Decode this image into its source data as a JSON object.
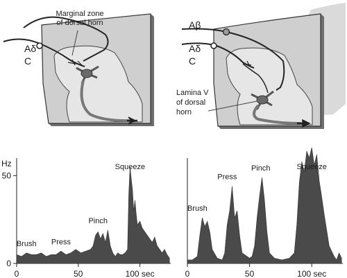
{
  "left_diagram": {
    "fiber_label_1": "Aδ",
    "fiber_label_2": "C",
    "zone_label_line1": "Marginal zone",
    "zone_label_line2": "of dorsal horn"
  },
  "right_diagram": {
    "fiber_label_0": "Aβ",
    "fiber_label_1": "Aδ",
    "fiber_label_2": "C",
    "lamina_label_line1": "Lamina V",
    "lamina_label_line2": "of dorsal",
    "lamina_label_line3": "horn"
  },
  "colors": {
    "tissue": "#cfcfcf",
    "grey_matter": "#e6e6e6",
    "trace": "#4a4a4a",
    "backdrop": "#dadada"
  },
  "chart_data": [
    {
      "type": "area",
      "ylabel": "Hz",
      "xlim": [
        0,
        125
      ],
      "ylim": [
        0,
        60
      ],
      "xticks": [
        0,
        50,
        100
      ],
      "xtick_labels": [
        "0",
        "50",
        "100 sec"
      ],
      "yticks": [
        0,
        50
      ],
      "ytick_labels": [
        "0",
        "50"
      ],
      "annotations": [
        {
          "text": "Brush",
          "x": 8
        },
        {
          "text": "Press",
          "x": 36
        },
        {
          "text": "Pinch",
          "x": 66
        },
        {
          "text": "Squeeze",
          "x": 92
        }
      ],
      "x": [
        0,
        4,
        8,
        12,
        16,
        20,
        24,
        28,
        32,
        36,
        40,
        44,
        48,
        52,
        56,
        60,
        62,
        64,
        66,
        68,
        70,
        72,
        74,
        76,
        78,
        80,
        82,
        84,
        86,
        88,
        90,
        91,
        92,
        93,
        94,
        95,
        96,
        97,
        98,
        100,
        102,
        104,
        106,
        108,
        110,
        112,
        114,
        116,
        118,
        120,
        122,
        124
      ],
      "values": [
        5,
        4,
        6,
        5,
        5,
        6,
        4,
        5,
        5,
        7,
        5,
        6,
        8,
        6,
        7,
        8,
        10,
        16,
        18,
        14,
        17,
        12,
        19,
        10,
        6,
        4,
        6,
        5,
        5,
        6,
        8,
        40,
        55,
        48,
        42,
        30,
        36,
        28,
        22,
        24,
        20,
        18,
        16,
        14,
        12,
        15,
        10,
        8,
        6,
        8,
        5,
        3
      ]
    },
    {
      "type": "area",
      "xlim": [
        0,
        125
      ],
      "ylim": [
        0,
        60
      ],
      "xticks": [
        0,
        50,
        100
      ],
      "xtick_labels": [
        "0",
        "50",
        "100 sec"
      ],
      "annotations": [
        {
          "text": "Brush",
          "x": 8
        },
        {
          "text": "Press",
          "x": 32
        },
        {
          "text": "Pinch",
          "x": 59
        },
        {
          "text": "Squeeze",
          "x": 100
        }
      ],
      "x": [
        0,
        4,
        8,
        10,
        12,
        14,
        16,
        18,
        20,
        24,
        28,
        30,
        32,
        34,
        36,
        38,
        40,
        42,
        44,
        50,
        52,
        54,
        56,
        58,
        60,
        62,
        64,
        66,
        70,
        76,
        82,
        86,
        88,
        90,
        92,
        94,
        96,
        98,
        100,
        102,
        104,
        106,
        108,
        110,
        114,
        118,
        120,
        122,
        124
      ],
      "values": [
        2,
        2,
        4,
        16,
        26,
        21,
        24,
        18,
        8,
        3,
        2,
        6,
        22,
        30,
        44,
        26,
        30,
        16,
        6,
        3,
        4,
        10,
        26,
        38,
        49,
        36,
        18,
        6,
        3,
        2,
        3,
        6,
        22,
        46,
        58,
        52,
        64,
        60,
        66,
        56,
        62,
        47,
        38,
        28,
        10,
        4,
        2,
        6,
        3
      ]
    }
  ]
}
